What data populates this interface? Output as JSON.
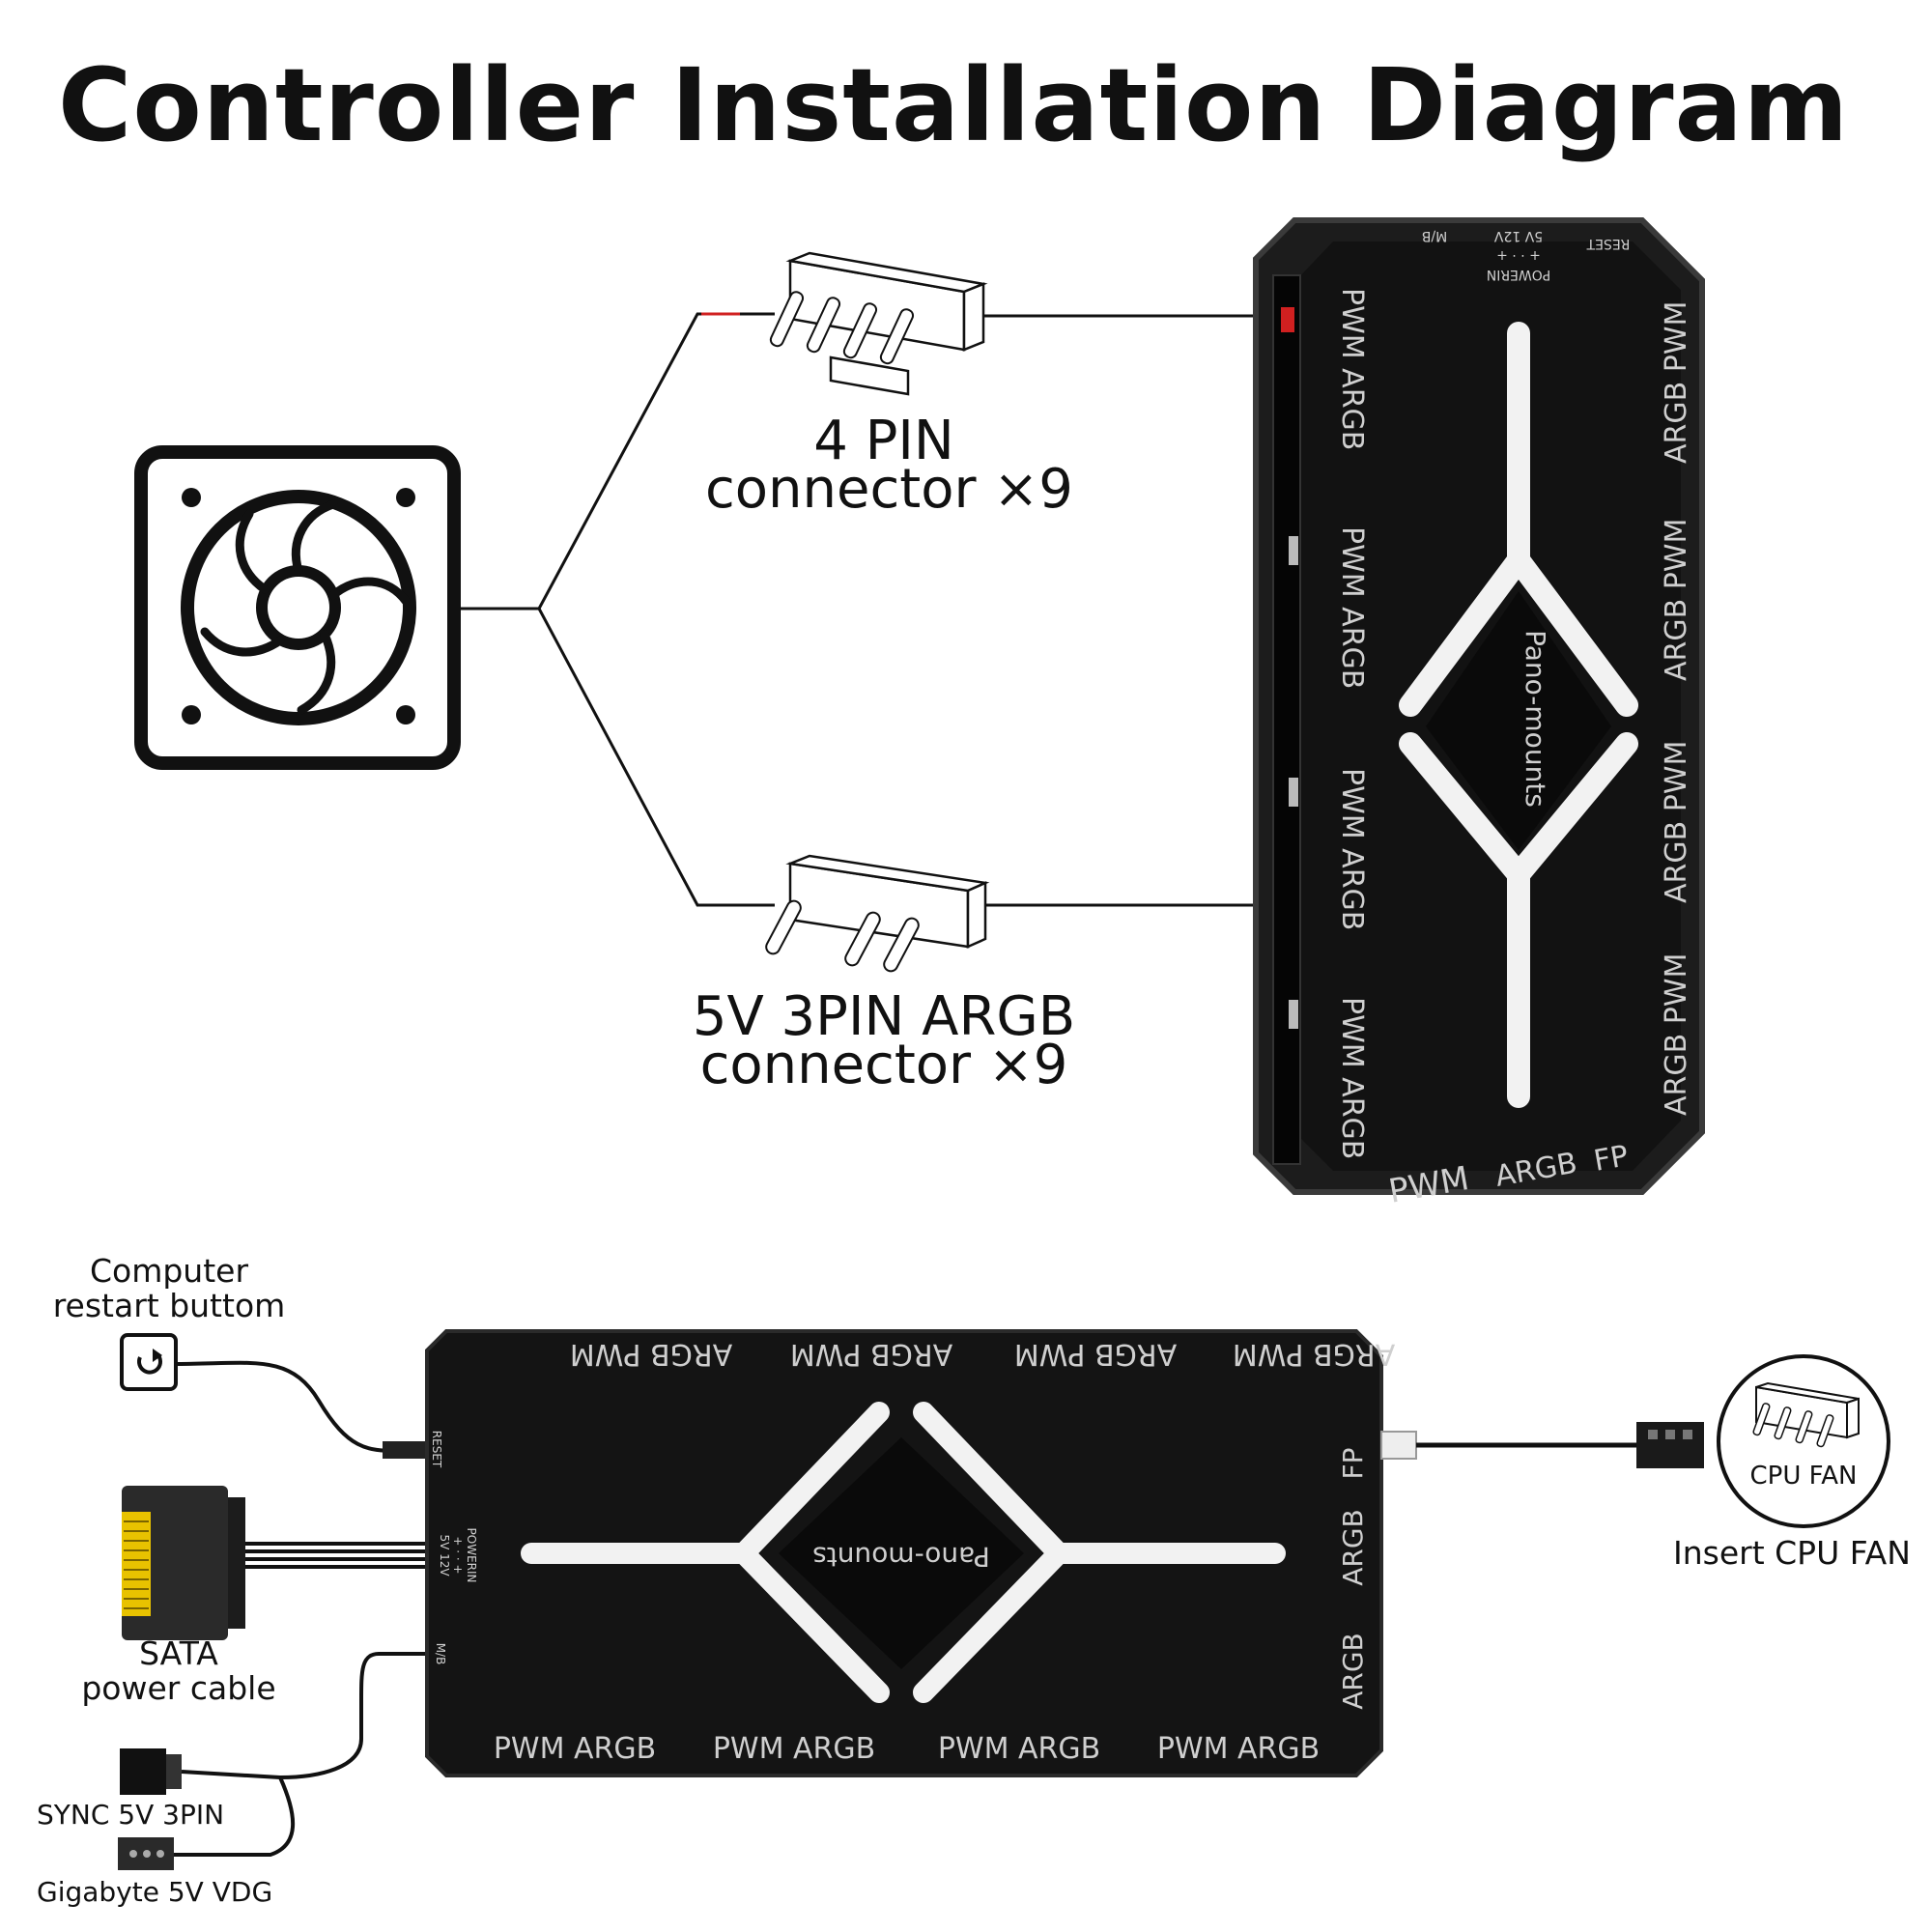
{
  "title": "Controller Installation Diagram",
  "connectors": {
    "pin4_line1": "4 PIN",
    "pin4_line2": "connector ×9",
    "argb_line1": "5V 3PIN  ARGB",
    "argb_line2": "connector ×9"
  },
  "vertical_controller": {
    "brand": "Pano-mounts",
    "top_labels": {
      "mb": "M/B",
      "power": "5V 12V",
      "power_pins": "+ · · +",
      "powerin": "POWERIN",
      "reset": "RESET"
    },
    "left_port_label": "PWM  ARGB",
    "right_port_label": "ARGB PWM",
    "bottom_labels": {
      "pwm": "PWM",
      "argb": "ARGB",
      "fp": "FP"
    }
  },
  "horizontal_controller": {
    "brand": "Pano-mounts",
    "top_port_label": "ARGB PWM",
    "bottom_port_label": "PWM  ARGB",
    "right_labels": {
      "fp": "FP",
      "argb1": "ARGB",
      "argb2": "ARGB"
    },
    "left_labels": {
      "reset": "RESET",
      "powerin": "POWERIN",
      "power_pins": "+ · · +",
      "power": "5V 12V",
      "mb": "M/B"
    }
  },
  "peripherals": {
    "restart_line1": "Computer",
    "restart_line2": "restart buttom",
    "sata_line1": "SATA",
    "sata_line2": "power cable",
    "sync": "SYNC 5V 3PIN",
    "gigabyte": "Gigabyte 5V VDG",
    "cpu_fan": "CPU FAN",
    "insert_cpu_fan": "Insert CPU FAN"
  },
  "colors": {
    "controller_body": "#151515",
    "controller_edge": "#3a3a3a",
    "led_strip": "#f2f2f2",
    "sata_gold": "#e8c200",
    "power_red": "#d02020"
  }
}
